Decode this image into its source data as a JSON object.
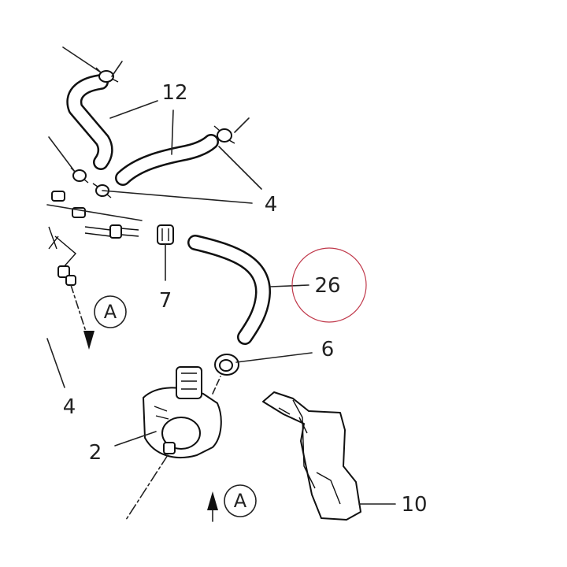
{
  "callouts": {
    "c12": "12",
    "c4a": "4",
    "c26": "26",
    "c7": "7",
    "c6": "6",
    "c4b": "4",
    "c2": "2",
    "c10": "10"
  },
  "view_markers": {
    "upper": "A",
    "lower": "A"
  },
  "colors": {
    "ink": "#222222",
    "highlight_ring": "#c0394b"
  }
}
